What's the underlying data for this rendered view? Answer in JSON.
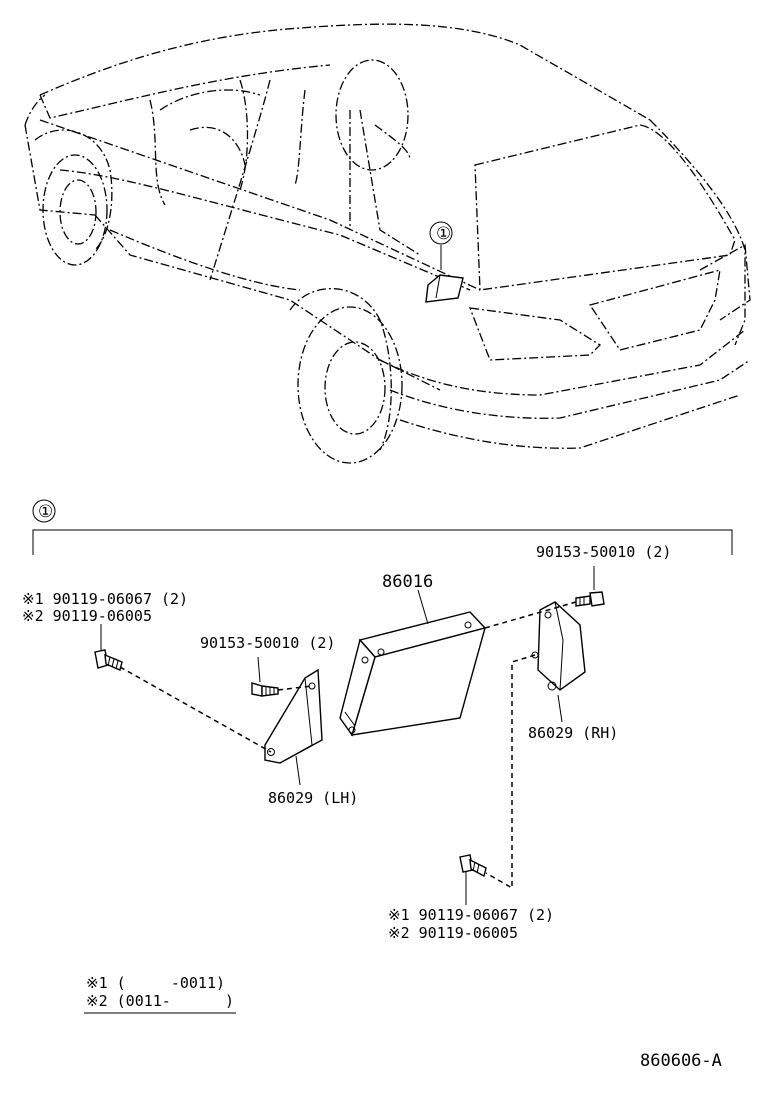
{
  "callout_number": "①",
  "labels": {
    "unit": "86016",
    "bracket_lh": "86029 (LH)",
    "bracket_rh": "86029 (RH)",
    "screw_left_center": "90153-50010 (2)",
    "screw_right_top": "90153-50010 (2)",
    "bolt_left_1": "※1 90119-06067 (2)",
    "bolt_left_2": "※2 90119-06005",
    "bolt_bottom_1": "※1 90119-06067 (2)",
    "bolt_bottom_2": "※2 90119-06005"
  },
  "legend": {
    "line1": "※1 (     -0011)",
    "line2": "※2 (0011-      )"
  },
  "drawing_code": "860606-A"
}
